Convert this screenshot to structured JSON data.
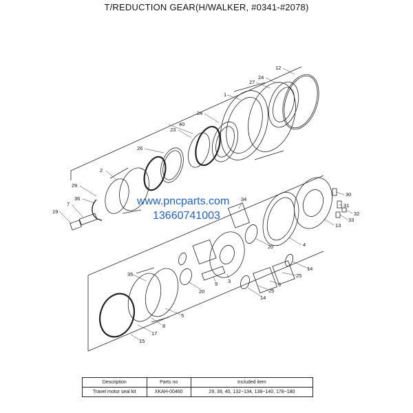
{
  "title": "T/REDUCTION GEAR(H/WALKER, #0341-#2078)",
  "watermark": {
    "url": "www.pncparts.com",
    "phone": "13660741003",
    "color": "#1f5fd6"
  },
  "callouts": {
    "c12": "12",
    "c27": "27",
    "c24a": "24",
    "c1": "1",
    "c24b": "24",
    "c40": "40",
    "c23": "23",
    "c26": "26",
    "c2": "2",
    "c29": "29",
    "c36": "36",
    "c7": "7",
    "c19": "19",
    "c30": "30",
    "c31": "31",
    "c32": "32",
    "c33": "33",
    "c13": "13",
    "c34": "34",
    "c20a": "20",
    "c4": "4",
    "c14a": "14",
    "c25a": "25",
    "c6": "6",
    "c25b": "25",
    "c14b": "14",
    "c3": "3",
    "c9": "9",
    "c20b": "20",
    "c35": "35",
    "c5": "5",
    "c8": "8",
    "c17": "17",
    "c15": "15"
  },
  "table": {
    "headers": [
      "Description",
      "Parts no",
      "Included item"
    ],
    "rows": [
      [
        "Travel motor seal kit",
        "XKAH-00460",
        "29, 39, 40, 132~134, 138~140, 178~180"
      ]
    ]
  }
}
